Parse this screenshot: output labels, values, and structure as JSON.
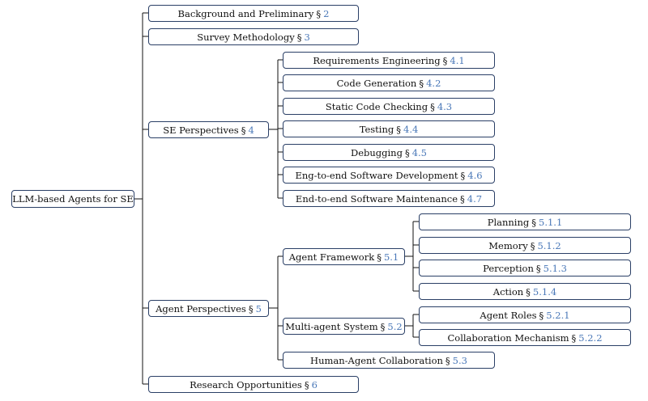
{
  "root": {
    "label": "LLM-based Agents for SE"
  },
  "section_symbol": "§",
  "level1": [
    {
      "id": "bg",
      "label": "Background and Preliminary",
      "ref": "2"
    },
    {
      "id": "survey",
      "label": "Survey Methodology",
      "ref": "3"
    },
    {
      "id": "se",
      "label": "SE Perspectives",
      "ref": "4",
      "children": [
        {
          "id": "req",
          "label": "Requirements Engineering",
          "ref": "4.1"
        },
        {
          "id": "codegen",
          "label": "Code Generation",
          "ref": "4.2"
        },
        {
          "id": "static",
          "label": "Static Code Checking",
          "ref": "4.3"
        },
        {
          "id": "testing",
          "label": "Testing",
          "ref": "4.4"
        },
        {
          "id": "debug",
          "label": "Debugging",
          "ref": "4.5"
        },
        {
          "id": "e2edev",
          "label": "Eng-to-end Software Development",
          "ref": "4.6"
        },
        {
          "id": "e2emaint",
          "label": "End-to-end Software Maintenance",
          "ref": "4.7"
        }
      ]
    },
    {
      "id": "agent",
      "label": "Agent Perspectives",
      "ref": "5",
      "children": [
        {
          "id": "framework",
          "label": "Agent Framework",
          "ref": "5.1",
          "children": [
            {
              "id": "planning",
              "label": "Planning",
              "ref": "5.1.1"
            },
            {
              "id": "memory",
              "label": "Memory",
              "ref": "5.1.2"
            },
            {
              "id": "perception",
              "label": "Perception",
              "ref": "5.1.3"
            },
            {
              "id": "action",
              "label": "Action",
              "ref": "5.1.4"
            }
          ]
        },
        {
          "id": "multi",
          "label": "Multi-agent System",
          "ref": "5.2",
          "children": [
            {
              "id": "roles",
              "label": "Agent Roles",
              "ref": "5.2.1"
            },
            {
              "id": "collab",
              "label": "Collaboration Mechanism",
              "ref": "5.2.2"
            }
          ]
        },
        {
          "id": "human",
          "label": "Human-Agent Collaboration",
          "ref": "5.3"
        }
      ]
    },
    {
      "id": "research",
      "label": "Research Opportunities",
      "ref": "6"
    }
  ]
}
